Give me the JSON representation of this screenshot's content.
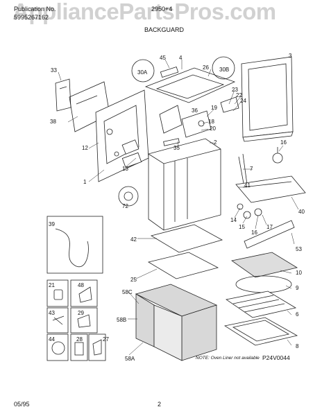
{
  "header": {
    "publication_label": "Publication No.",
    "publication_number": "5995267162",
    "model": "2950+4",
    "section": "BACKGUARD"
  },
  "watermark": "AppliancePartsPros.com",
  "diagram": {
    "parts": [
      "1",
      "3",
      "4",
      "7",
      "8",
      "9",
      "10",
      "12",
      "13",
      "14",
      "15",
      "16",
      "17",
      "18",
      "19",
      "20",
      "21",
      "22",
      "23",
      "24",
      "25",
      "26",
      "27",
      "28",
      "29",
      "30A",
      "30B",
      "33",
      "35",
      "36",
      "38",
      "39",
      "40",
      "41",
      "42",
      "43",
      "44",
      "45",
      "48",
      "53",
      "58A",
      "58B",
      "58C",
      "72"
    ],
    "note": "NOTE: Oven Liner not available",
    "figure_code": "P24V0044"
  },
  "footer": {
    "date": "05/95",
    "page": "2"
  }
}
